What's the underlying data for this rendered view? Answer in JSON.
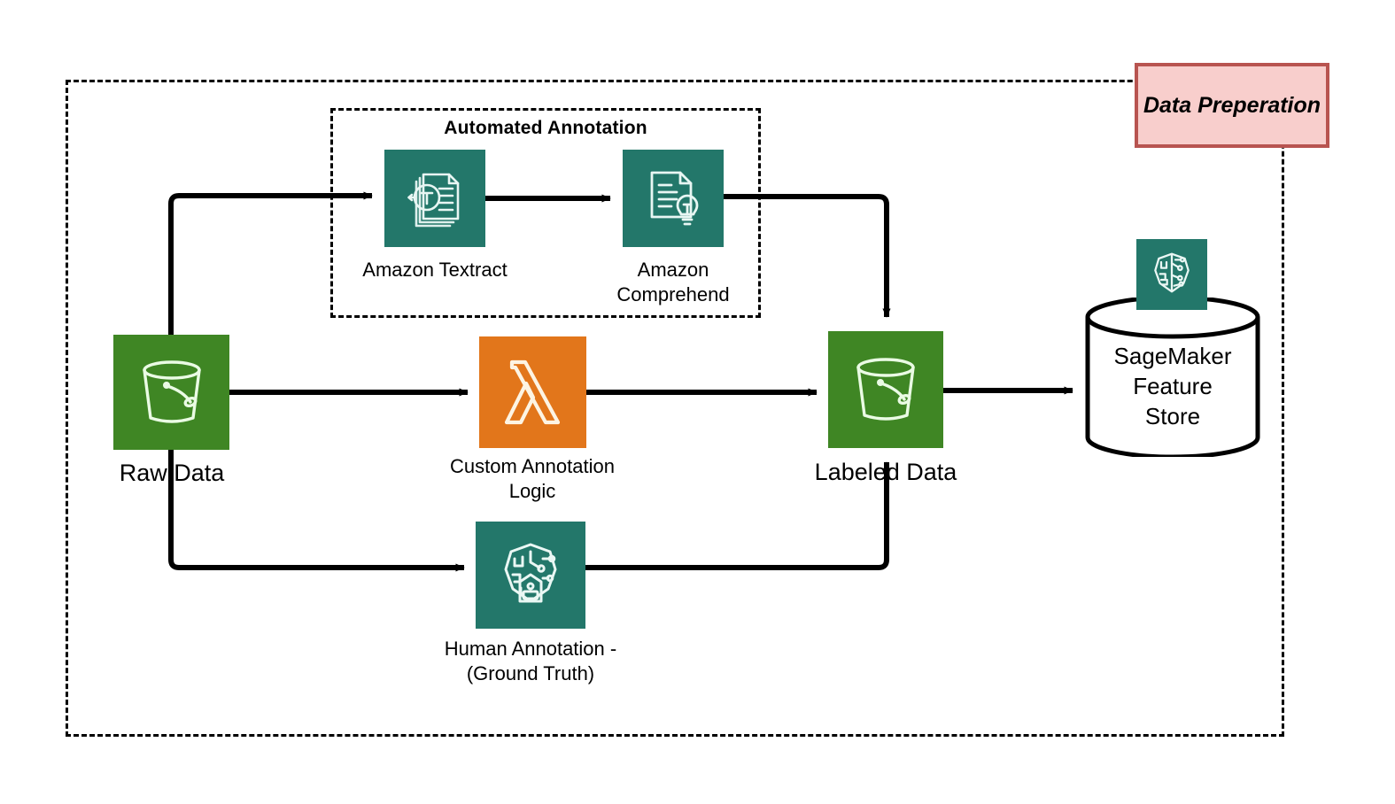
{
  "diagram": {
    "title_badge": {
      "label": "Data\nPreperation",
      "fill_color": "#f8cecc",
      "border_color": "#b85450"
    },
    "groups": [
      {
        "id": "data-preperation",
        "label": "Data Preperation",
        "style": "dashed"
      },
      {
        "id": "automated-annotation",
        "label": "Automated Annotation",
        "style": "dashed"
      }
    ],
    "nodes": {
      "raw_data": {
        "label": "Raw Data",
        "icon": "s3-bucket-icon",
        "color": "#3f8624"
      },
      "textract": {
        "label": "Amazon Textract",
        "icon": "amazon-textract-icon",
        "color": "#23776a"
      },
      "comprehend": {
        "label": "Amazon\nComprehend",
        "icon": "amazon-comprehend-icon",
        "color": "#23776a"
      },
      "custom_logic": {
        "label": "Custom Annotation\nLogic",
        "icon": "aws-lambda-icon",
        "color": "#e2761b"
      },
      "ground_truth": {
        "label": "Human Annotation -\n(Ground Truth)",
        "icon": "sagemaker-ground-truth-icon",
        "color": "#23776a"
      },
      "labeled_data": {
        "label": "Labeled Data",
        "icon": "s3-bucket-icon",
        "color": "#3f8624"
      },
      "feature_store": {
        "label": "SageMaker\nFeature\nStore",
        "icon": "sagemaker-brain-icon",
        "color": "#23776a"
      }
    },
    "edges": [
      {
        "from": "raw_data",
        "to": "textract"
      },
      {
        "from": "textract",
        "to": "comprehend"
      },
      {
        "from": "comprehend",
        "to": "labeled_data"
      },
      {
        "from": "raw_data",
        "to": "custom_logic"
      },
      {
        "from": "custom_logic",
        "to": "labeled_data"
      },
      {
        "from": "raw_data",
        "to": "ground_truth"
      },
      {
        "from": "ground_truth",
        "to": "labeled_data"
      },
      {
        "from": "labeled_data",
        "to": "feature_store"
      }
    ],
    "colors": {
      "teal": "#23776a",
      "green": "#3f8624",
      "orange": "#e2761b",
      "line": "#000000",
      "badge_fill": "#f8cecc",
      "badge_border": "#b85450"
    }
  }
}
